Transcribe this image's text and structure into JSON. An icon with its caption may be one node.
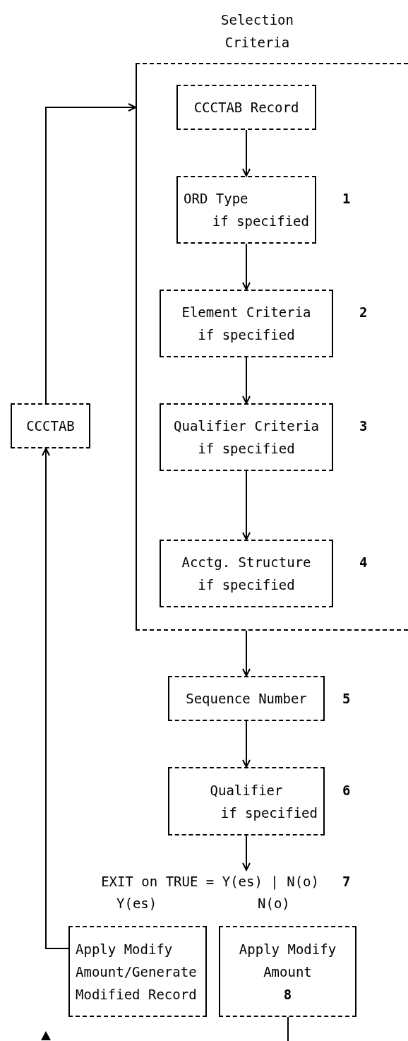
{
  "diagram": {
    "nodes": [
      {
        "text": [
          "Selection Criteria"
        ]
      },
      {
        "text": [
          "CCCTAB Record"
        ],
        "in": 0
      },
      {
        "text": [
          "ORD Type",
          "if specified"
        ],
        "in": 0,
        "beside": [
          "1"
        ]
      },
      {
        "text": [
          "Element Criteria",
          "if specified"
        ],
        "in": 0,
        "beside": [
          "2"
        ]
      },
      {
        "text": [
          "Qualifier Criteria",
          "if specified"
        ],
        "in": 0,
        "beside": [
          "3"
        ]
      },
      {
        "text": [
          "Acctg. Structure",
          "if specified"
        ],
        "in": 0,
        "beside": [
          "4"
        ]
      },
      {
        "text": [
          "Sequence Number"
        ],
        "beside": [
          "5"
        ]
      },
      {
        "text": [
          "Qualifier",
          "if specified"
        ],
        "beside": [
          "6"
        ]
      },
      {
        "text": [
          "EXIT on TRUE = Y(es) | N(o)"
        ],
        "beside": [
          "7"
        ]
      },
      {
        "text": [
          "Apply Modify Amount/Generate Modified Record"
        ]
      },
      {
        "text": [
          "Apply Modify Amount",
          "8"
        ]
      },
      {
        "text": [
          "CCCTAB"
        ]
      }
    ],
    "edges": [
      {
        "from": 11,
        "to": 0,
        "arrow": "to"
      },
      {
        "from": 1,
        "to": 2,
        "arrow": "to"
      },
      {
        "from": 2,
        "to": 3,
        "arrow": "to"
      },
      {
        "from": 3,
        "to": 4,
        "arrow": "to"
      },
      {
        "from": 4,
        "to": 5,
        "arrow": "to"
      },
      {
        "from": 0,
        "to": 6,
        "arrow": "to"
      },
      {
        "from": 6,
        "to": 7,
        "arrow": "to"
      },
      {
        "from": 7,
        "to": 8,
        "arrow": "to"
      },
      {
        "from": 9,
        "to": 11,
        "arrow": "to"
      },
      {
        "from": 10,
        "to": null,
        "arrow": "none"
      }
    ],
    "labels": [
      "Y(es)",
      "N(o)"
    ]
  }
}
